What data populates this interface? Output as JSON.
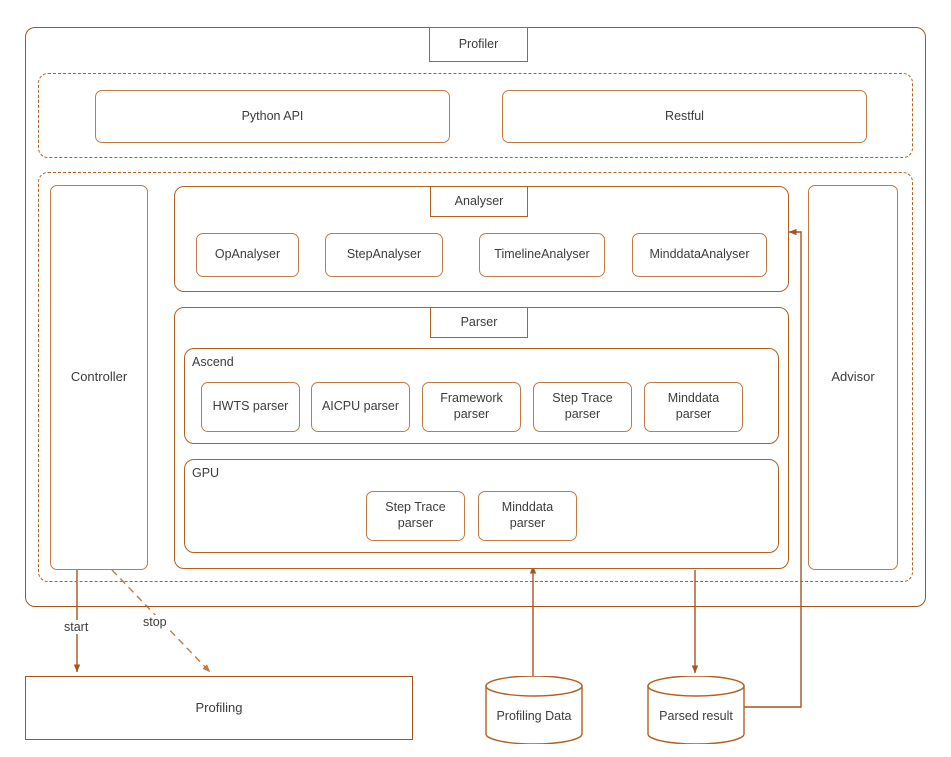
{
  "diagram": {
    "title_box": {
      "label": "Profiler"
    },
    "api_layer": {
      "items": [
        {
          "label": "Python API"
        },
        {
          "label": "Restful"
        }
      ]
    },
    "core_layer": {
      "controller": {
        "label": "Controller"
      },
      "advisor": {
        "label": "Advisor"
      },
      "analyser": {
        "label": "Analyser",
        "items": [
          {
            "label": "OpAnalyser"
          },
          {
            "label": "StepAnalyser"
          },
          {
            "label": "TimelineAnalyser"
          },
          {
            "label": "MinddataAnalyser"
          }
        ]
      },
      "parser": {
        "label": "Parser",
        "ascend": {
          "label": "Ascend",
          "items": [
            {
              "label": "HWTS parser"
            },
            {
              "label": "AICPU parser"
            },
            {
              "label": "Framework\nparser"
            },
            {
              "label": "Step Trace\nparser"
            },
            {
              "label": "Minddata\nparser"
            }
          ]
        },
        "gpu": {
          "label": "GPU",
          "items": [
            {
              "label": "Step Trace\nparser"
            },
            {
              "label": "Minddata\nparser"
            }
          ]
        }
      }
    },
    "bottom": {
      "profiling": {
        "label": "Profiling"
      },
      "profiling_data": {
        "label": "Profiling Data"
      },
      "parsed_result": {
        "label": "Parsed result"
      }
    },
    "edges": [
      {
        "label": "start",
        "style": "solid"
      },
      {
        "label": "stop",
        "style": "dashed"
      }
    ],
    "colors": {
      "outer_border": "#a9521c",
      "dashed_border": "#b2601f",
      "group_border": "#b2601f",
      "leaf_border": "#c07c42",
      "text": "#3c3c3c",
      "background": "#ffffff"
    }
  }
}
